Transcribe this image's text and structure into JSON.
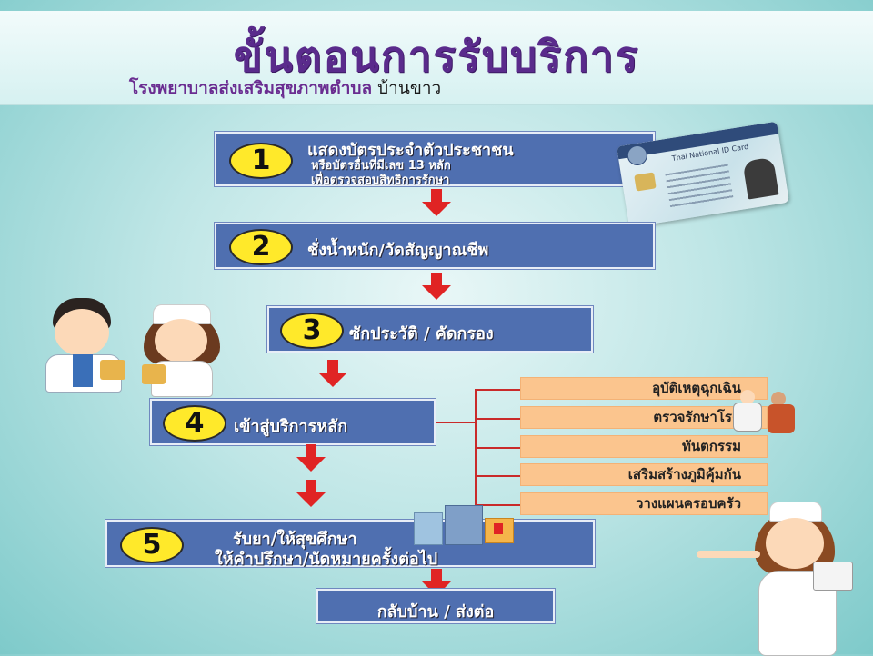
{
  "header": {
    "title": "ขั้นตอนการรับบริการ",
    "subtitle": "โรงพยาบาลส่งเสริมสุขภาพตำบล",
    "place": "บ้านขาว"
  },
  "steps": [
    {
      "num": "1",
      "line1": "แสดงบัตรประจำตัวประชาชน",
      "line2": "หรือบัตรอื่นที่มีเลข 13 หลัก",
      "line3": "เพื่อตรวจสอบสิทธิการรักษา"
    },
    {
      "num": "2",
      "line1": "ชั่งน้ำหนัก/วัดสัญญาณชีพ"
    },
    {
      "num": "3",
      "line1": "ซักประวัติ / คัดกรอง"
    },
    {
      "num": "4",
      "line1": "เข้าสู่บริการหลัก"
    },
    {
      "num": "5",
      "line1": "รับยา/ให้สุขศึกษา",
      "line2": "ให้คำปรึกษา/นัดหมายครั้งต่อไป"
    }
  ],
  "final": "กลับบ้าน / ส่งต่อ",
  "services": [
    "อุบัติเหตุฉุกเฉิน",
    "ตรวจรักษาโรค",
    "ทันตกรรม",
    "เสริมสร้างภูมิคุ้มกัน",
    "วางแผนครอบครัว"
  ],
  "id_card": {
    "title": "Thai National ID Card"
  },
  "colors": {
    "box": "#4f6fb0",
    "number_circle": "#ffe92a",
    "arrow": "#e02424",
    "service": "#fbc58e",
    "title": "#5a2b8c"
  }
}
